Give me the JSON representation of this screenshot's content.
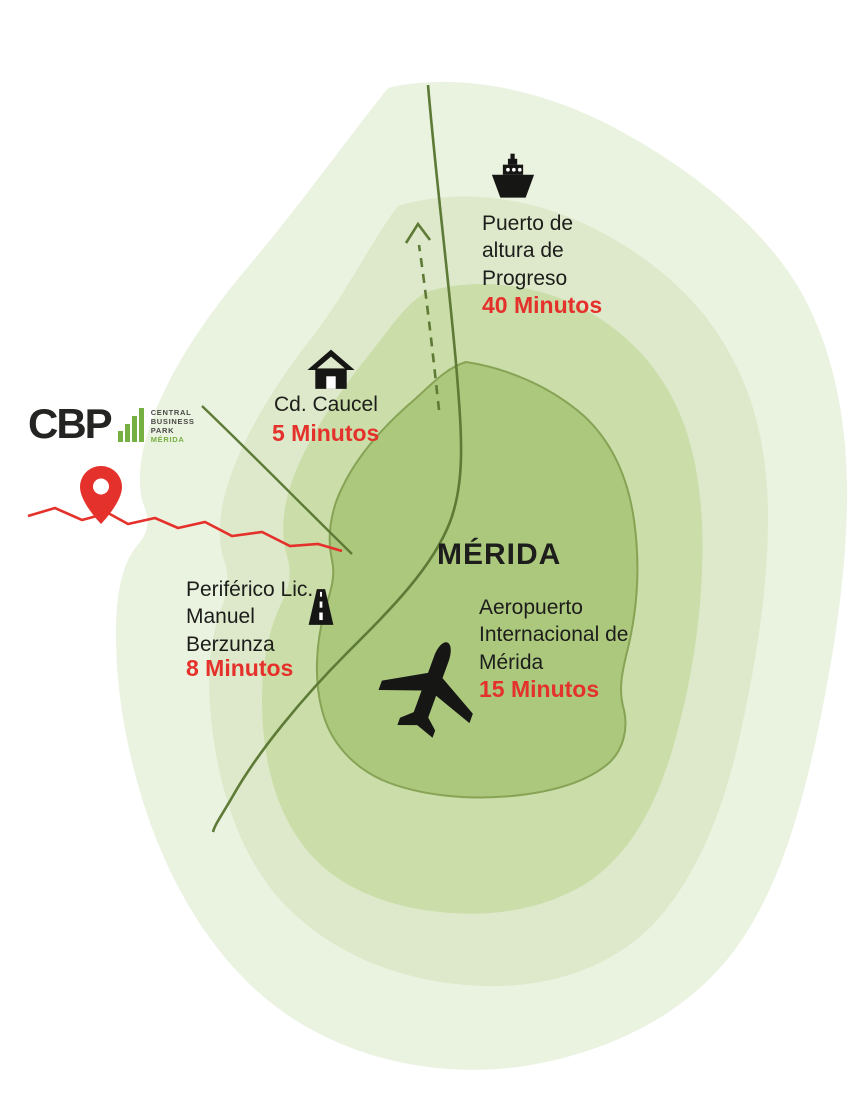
{
  "colors": {
    "background": "#ffffff",
    "ink": "#1d1d1b",
    "accent_red": "#e5312b",
    "logo_green": "#76b043",
    "road_green": "#5d7a36",
    "zone_outer": "#eaf2e0",
    "zone_2": "#dde9ca",
    "zone_3": "#cbdda8",
    "zone_city": "#abc87d",
    "zone_city_edge": "#87a355",
    "icon_black": "#161614"
  },
  "logo": {
    "acronym": "CBP",
    "words": [
      "CENTRAL",
      "BUSINESS",
      "PARK"
    ],
    "city": "MÉRIDA"
  },
  "map": {
    "city_label": "MÉRIDA"
  },
  "locations": {
    "progreso": {
      "label": "Puerto de altura de Progreso",
      "time": "40 Minutos",
      "icon": "ship-icon"
    },
    "caucel": {
      "label": "Cd. Caucel",
      "time": "5 Minutos",
      "icon": "house-icon"
    },
    "periferico": {
      "label": "Periférico Lic. Manuel Berzunza",
      "time": "8 Minutos",
      "icon": "road-icon"
    },
    "airport": {
      "label": "Aeropuerto Internacional de Mérida",
      "time": "15 Minutos",
      "icon": "plane-icon"
    }
  }
}
